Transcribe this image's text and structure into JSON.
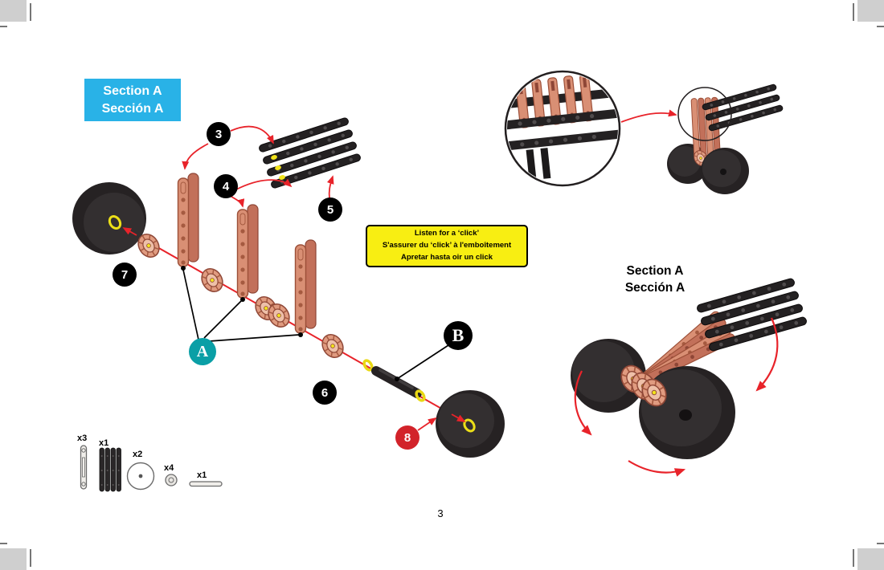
{
  "page": {
    "number": "3"
  },
  "section_label": {
    "line1": "Section A",
    "line2": "Sección A"
  },
  "note_box": {
    "line1": "Listen for a ‘click’",
    "line2": "S'assurer du ‘click’ à l'emboîtement",
    "line3": "Apretar hasta oir un click"
  },
  "steps": {
    "s3": "3",
    "s4": "4",
    "s5": "5",
    "s6": "6",
    "s7": "7",
    "s8": "8"
  },
  "callouts": {
    "a": "A",
    "b": "B"
  },
  "section_right": {
    "line1": "Section A",
    "line2": "Sección A"
  },
  "parts": {
    "p1": "x3",
    "p2": "x1",
    "p3": "x2",
    "p4": "x4",
    "p5": "x1"
  },
  "colors": {
    "section_box_bg": "#29b2e7",
    "note_bg": "#f8ee12",
    "arrow_red": "#e8232a",
    "badge_black": "#000000",
    "badge_red_bg": "#d2232a",
    "callout_a_bg": "#0a9fa6",
    "callout_b_bg": "#000000",
    "part_salmon": "#d98f74",
    "part_dark": "#2a2627",
    "highlight_yellow": "#f2e41c"
  }
}
